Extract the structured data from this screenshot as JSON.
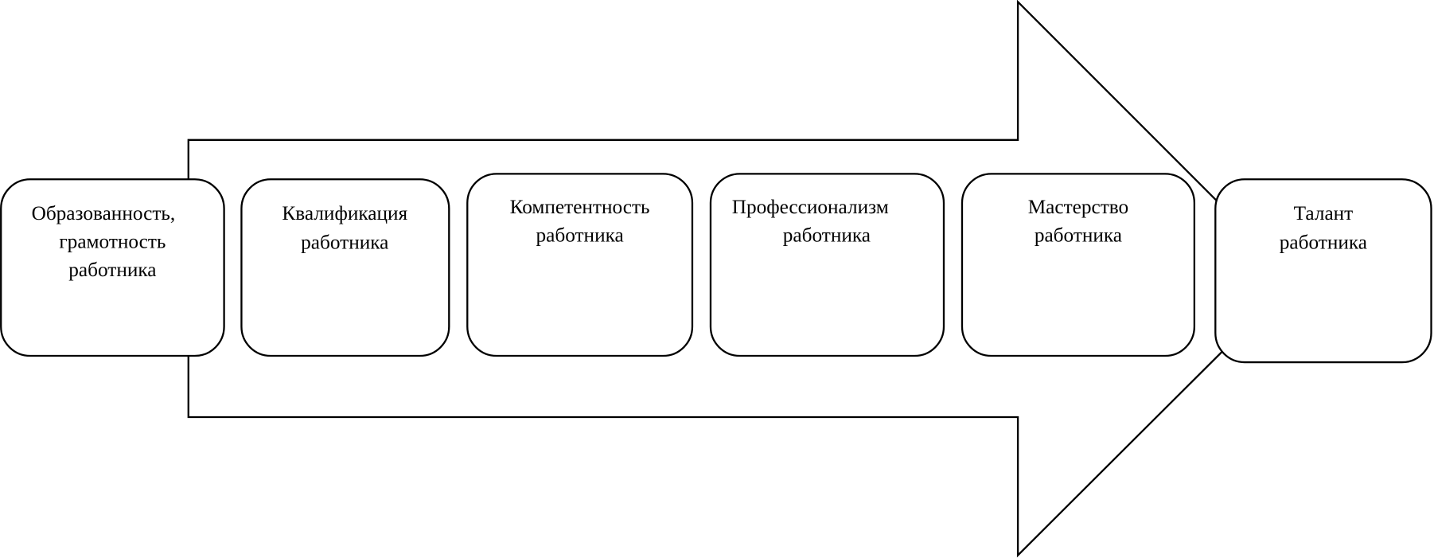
{
  "stages": [
    {
      "lines": [
        "Образованность,",
        "грамотность",
        "работника"
      ]
    },
    {
      "lines": [
        "Квалификация",
        "работника"
      ]
    },
    {
      "lines": [
        "Компетентность",
        "работника"
      ]
    },
    {
      "lines": [
        "Профессионализм",
        "работника"
      ]
    },
    {
      "lines": [
        "Мастерство",
        "работника"
      ]
    },
    {
      "lines": [
        "Талант",
        "работника"
      ]
    }
  ]
}
